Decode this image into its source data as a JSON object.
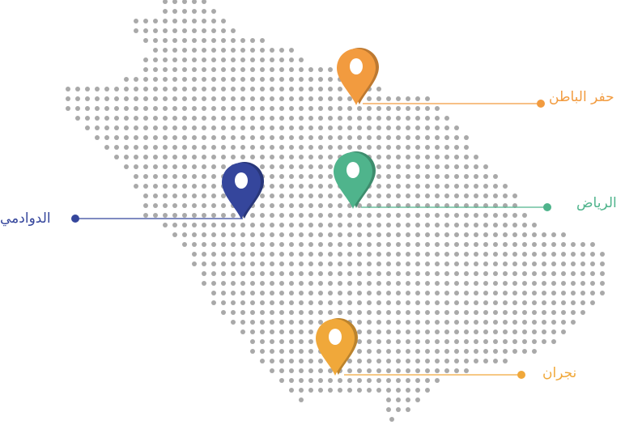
{
  "map": {
    "region": "Saudi Arabia",
    "dot_color": "#a9a9a9"
  },
  "locations": [
    {
      "id": "hafar",
      "name": "حفر الباطن",
      "color": "#f29b3f",
      "icon": "map-pin-icon"
    },
    {
      "id": "riyadh",
      "name": "الرياض",
      "color": "#4fb48c",
      "icon": "map-pin-icon"
    },
    {
      "id": "dawadmi",
      "name": "الدوادمي",
      "color": "#35469c",
      "icon": "map-pin-icon"
    },
    {
      "id": "najran",
      "name": "نجران",
      "color": "#f0a83a",
      "icon": "map-pin-icon"
    }
  ]
}
